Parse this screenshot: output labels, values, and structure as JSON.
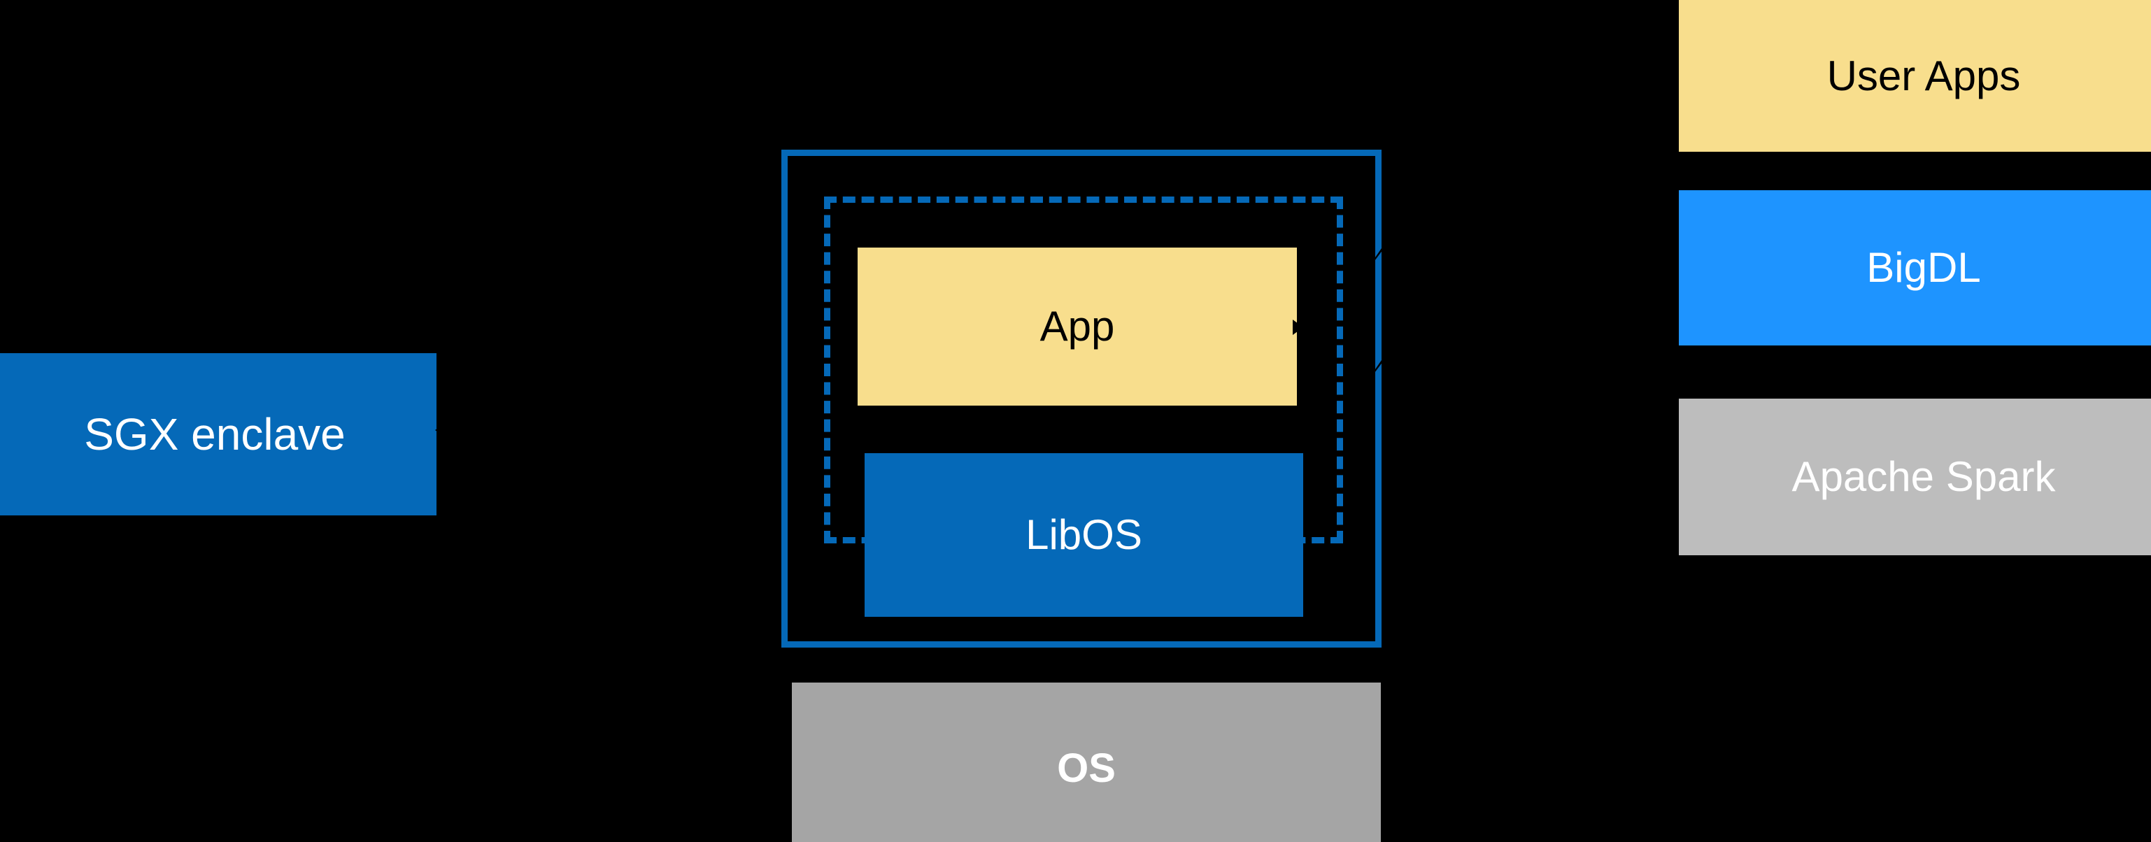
{
  "diagram": {
    "background_color": "#000000",
    "palette": {
      "enclave_blue": "#0569B8",
      "app_yellow": "#F8DE8D",
      "bigdl_blue": "#1E94FF",
      "spark_gray": "#BDBDBD",
      "os_gray": "#A5A5A5",
      "text_white": "#FFFFFF",
      "text_black": "#000000"
    },
    "left_column": {
      "sgx_enclave": {
        "label": "SGX enclave",
        "fill": "#0569B8",
        "text_color": "#FFFFFF"
      }
    },
    "center_column": {
      "enclave_container": {
        "border_color": "#0569B8",
        "border_style": "solid"
      },
      "dashed_region": {
        "border_color": "#0569B8",
        "border_style": "dashed"
      },
      "app": {
        "label": "App",
        "fill": "#F8DE8D",
        "text_color": "#000000"
      },
      "libos": {
        "label": "LibOS",
        "fill": "#0569B8",
        "text_color": "#FFFFFF"
      },
      "os": {
        "label": "OS",
        "fill": "#A5A5A5",
        "text_color": "#FFFFFF"
      }
    },
    "right_column": {
      "stack": [
        {
          "label": "User Apps",
          "fill": "#F8DE8D",
          "text_color": "#000000"
        },
        {
          "label": "BigDL",
          "fill": "#1E94FF",
          "text_color": "#FFFFFF"
        },
        {
          "label": "Apache Spark",
          "fill": "#BDBDBD",
          "text_color": "#FFFFFF"
        }
      ]
    },
    "connectors": {
      "sgx_to_enclave_arrow": "arrow-left-tip",
      "app_to_right_arrow": "arrow-right-tip",
      "border_crossing_notches": 2
    }
  }
}
